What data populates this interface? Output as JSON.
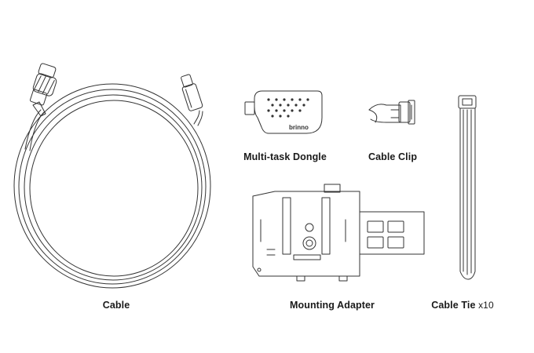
{
  "items": {
    "cable": {
      "label": "Cable"
    },
    "dongle": {
      "label": "Multi-task Dongle",
      "logo_text": "brinno"
    },
    "clip": {
      "label": "Cable Clip"
    },
    "adapter": {
      "label": "Mounting Adapter"
    },
    "tie": {
      "label": "Cable Tie",
      "quantity": "x10"
    }
  },
  "colors": {
    "stroke": "#333333",
    "text": "#1a1a1a",
    "background": "#ffffff"
  }
}
